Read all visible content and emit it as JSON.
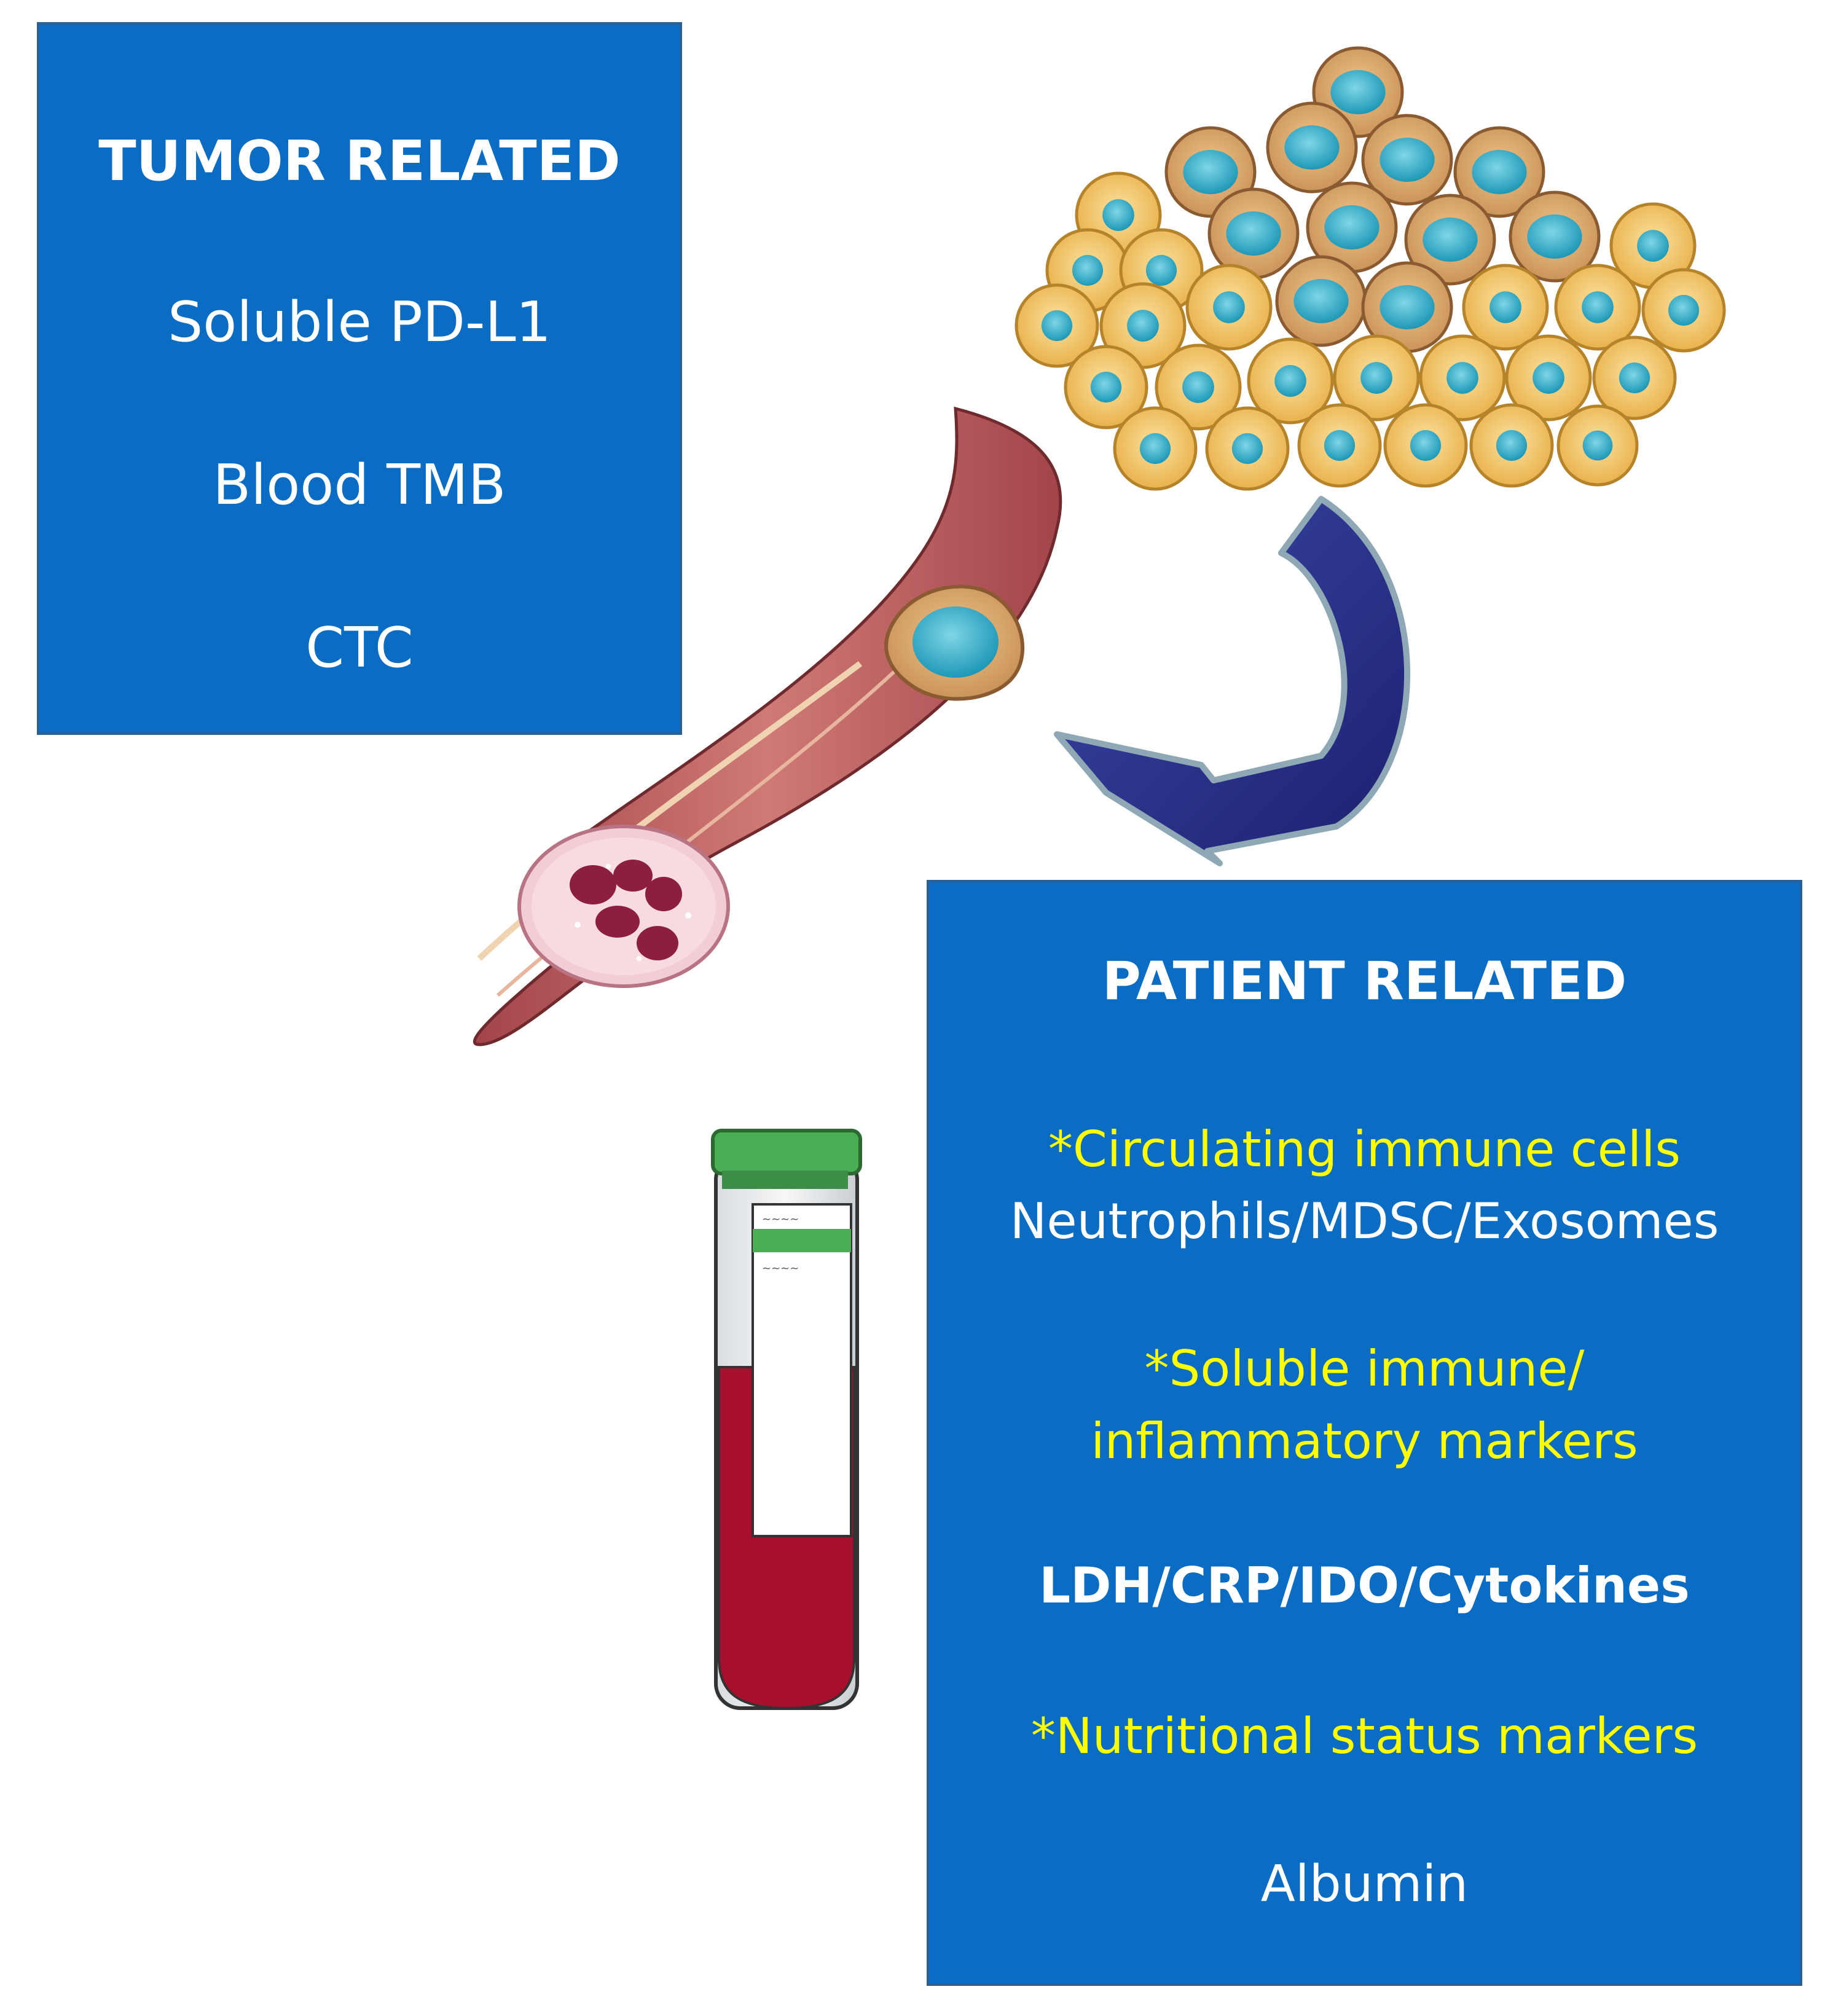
{
  "tumor_panel": {
    "title": "TUMOR RELATED",
    "items": [
      "Soluble PD-L1",
      "Blood TMB",
      "CTC"
    ]
  },
  "patient_panel": {
    "title": "PATIENT RELATED",
    "sections": [
      {
        "heading": "*Circulating immune cells",
        "detail": "Neutrophils/MDSC/Exosomes"
      },
      {
        "heading_line1": "*Soluble immune/",
        "heading_line2": "inflammatory markers",
        "detail": "LDH/CRP/IDO/Cytokines"
      },
      {
        "heading": "*Nutritional status markers",
        "detail": "Albumin"
      }
    ]
  },
  "colors": {
    "panel_blue": "#0a6cc2",
    "highlight_yellow": "#ffff00",
    "arrow_navy": "#2a2e8a",
    "blood_red": "#a80f2c",
    "cell_yellow": "#f2c766",
    "nucleus_teal": "#2ba6c2"
  },
  "icons": [
    "tumor-cell-cluster-icon",
    "curved-arrow-icon",
    "blood-vessel-icon",
    "circulating-tumor-cell-icon",
    "neutrophil-icon",
    "blood-tube-icon"
  ]
}
